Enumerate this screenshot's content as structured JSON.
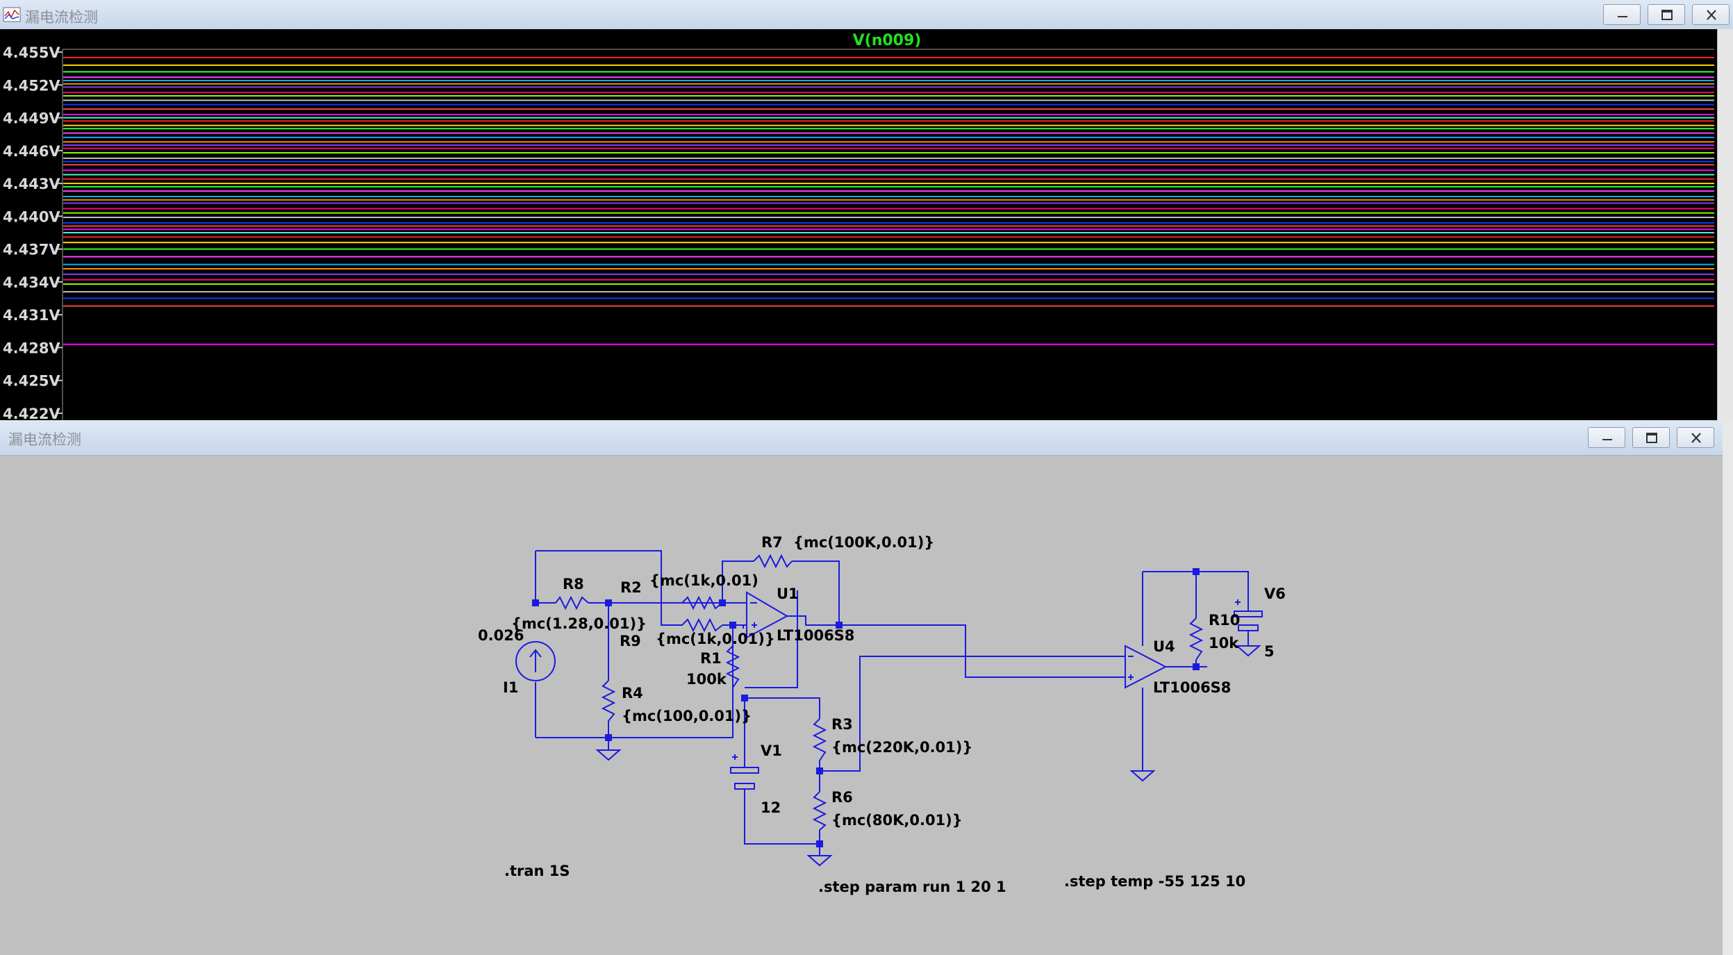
{
  "plot_window": {
    "title": "漏电流检测",
    "trace_label": "V(n009)",
    "y_ticks": [
      "4.455V",
      "4.452V",
      "4.449V",
      "4.446V",
      "4.443V",
      "4.440V",
      "4.437V",
      "4.434V",
      "4.431V",
      "4.428V",
      "4.425V",
      "4.422V"
    ],
    "buttons": [
      "minimize",
      "maximize",
      "close"
    ]
  },
  "chart_data": {
    "type": "line",
    "title": "V(n009)",
    "ylabel": "",
    "xlabel": "",
    "ylim": [
      4.422,
      4.455
    ],
    "series_note": "",
    "steady_levels_V": [
      4.4545,
      4.4538,
      4.4532,
      4.4527,
      4.4524,
      4.4521,
      4.4518,
      4.4513,
      4.451,
      4.4506,
      4.4502,
      4.4498,
      4.4493,
      4.449,
      4.4487,
      4.4483,
      4.448,
      4.4476,
      4.4472,
      4.4468,
      4.4465,
      4.4462,
      4.4458,
      4.4453,
      4.445,
      4.4447,
      4.4442,
      4.4438,
      4.4434,
      4.443,
      4.4427,
      4.4423,
      4.4418,
      4.4415,
      4.4412,
      4.4407,
      4.4403,
      4.4399,
      4.4394,
      4.4391,
      4.4388,
      4.4385,
      4.4381,
      4.4376,
      4.437,
      4.4363,
      4.4356,
      4.4352,
      4.4347,
      4.4342,
      4.4338,
      4.4331,
      4.4325,
      4.4318,
      4.4283
    ],
    "colors": [
      "#ff2020",
      "#ffd700",
      "#33ff33",
      "#ff40ff",
      "#00b0ff",
      "#ff8c00",
      "#8040ff",
      "#ff0080",
      "#80ff00",
      "#c0c0c0",
      "#0040ff",
      "#ff4040",
      "#ff00ff",
      "#40ffc0"
    ]
  },
  "schematic_window": {
    "title": "漏电流检测",
    "buttons": [
      "minimize",
      "maximize",
      "close"
    ],
    "labels": {
      "r8": "R8",
      "r8_val": "{mc(1.28,0.01)}",
      "r2": "R2",
      "r2_val": "{mc(1k,0.01)",
      "r9": "R9",
      "r9_val": "{mc(1k,0.01)}",
      "r7": "R7",
      "r7_val": "{mc(100K,0.01)}",
      "u1": "U1",
      "u1_part": "LT1006S8",
      "r1": "R1",
      "r1_val": "100k",
      "i1": "I1",
      "i1_val": "0.026",
      "r4": "R4",
      "r4_val": "{mc(100,0.01)}",
      "v1": "V1",
      "v1_val": "12",
      "r3": "R3",
      "r3_val": "{mc(220K,0.01)}",
      "r6": "R6",
      "r6_val": "{mc(80K,0.01)}",
      "u4": "U4",
      "u4_part": "LT1006S8",
      "r10": "R10",
      "r10_val": "10k",
      "v6": "V6",
      "v6_val": "5",
      "tran": ".tran 1S",
      "step_param": ".step param run 1 20 1",
      "step_temp": ".step temp -55 125 10"
    }
  }
}
